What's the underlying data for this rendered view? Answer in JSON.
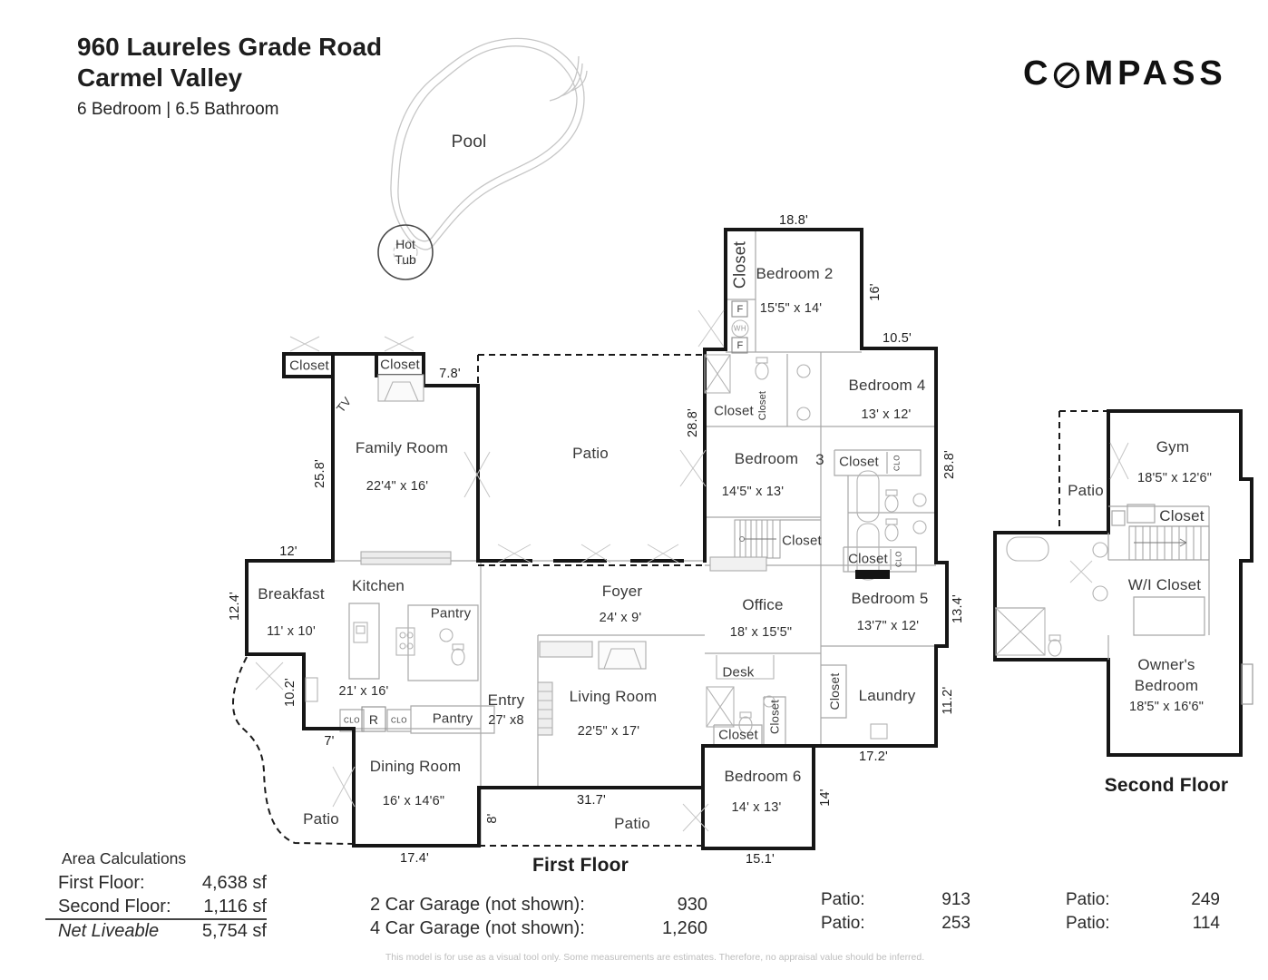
{
  "header": {
    "address_line1": "960 Laureles Grade Road",
    "address_line2": "Carmel Valley",
    "summary": "6 Bedroom  |  6.5 Bathroom",
    "brand_left": "C",
    "brand_right": "MPASS"
  },
  "pool": {
    "label": "Pool",
    "hot_tub_line1": "Hot",
    "hot_tub_line2": "Tub"
  },
  "strings": {
    "closet": "Closet",
    "clo": "CLO",
    "pantry": "Pantry",
    "patio": "Patio",
    "desk": "Desk",
    "tv": "TV",
    "f": "F",
    "wh": "WH",
    "r": "R"
  },
  "first_floor": {
    "title": "First Floor",
    "rooms": {
      "family_room": {
        "name": "Family Room",
        "dims": "22'4\" x 16'"
      },
      "bedroom2": {
        "name": "Bedroom 2",
        "dims": "15'5\" x 14'"
      },
      "bedroom3": {
        "name": "Bedroom",
        "number": "3",
        "dims": "14'5\" x 13'"
      },
      "bedroom4": {
        "name": "Bedroom 4",
        "dims": "13' x 12'"
      },
      "bedroom5": {
        "name": "Bedroom 5",
        "dims": "13'7\" x 12'"
      },
      "bedroom6": {
        "name": "Bedroom 6",
        "dims": "14' x 13'"
      },
      "office": {
        "name": "Office",
        "dims": "18' x 15'5\""
      },
      "foyer": {
        "name": "Foyer",
        "dims": "24' x 9'"
      },
      "living_room": {
        "name": "Living Room",
        "dims": "22'5\" x 17'"
      },
      "entry": {
        "name": "Entry",
        "dims": "27' x8"
      },
      "dining_room": {
        "name": "Dining Room",
        "dims": "16' x 14'6\""
      },
      "kitchen": {
        "name": "Kitchen",
        "dims": "21' x 16'"
      },
      "breakfast": {
        "name": "Breakfast",
        "dims": "11' x 10'"
      },
      "laundry": {
        "name": "Laundry"
      }
    },
    "dimensions": {
      "bedroom2_top": "18.8'",
      "bedroom2_right": "16'",
      "bedroom4_top": "10.5'",
      "right_upper": "28.8'",
      "patio_right": "28.8'",
      "bedroom5_right": "13.4'",
      "laundry_right": "11.2'",
      "laundry_bottom": "17.2'",
      "bedroom6_right": "14'",
      "bedroom6_bottom": "15.1'",
      "patio_strip_top": "31.7'",
      "patio_strip_left": "8'",
      "dining_bottom": "17.4'",
      "dining_top": "7'",
      "kitchen_left": "10.2'",
      "breakfast_left": "12.4'",
      "breakfast_top": "12'",
      "family_left": "25.8'",
      "family_top": "7.8'"
    }
  },
  "second_floor": {
    "title": "Second Floor",
    "rooms": {
      "gym": {
        "name": "Gym",
        "dims": "18'5\" x 12'6\""
      },
      "wi_closet": {
        "name": "W/I Closet"
      },
      "owners_bedroom": {
        "name_line1": "Owner's",
        "name_line2": "Bedroom",
        "dims": "18'5\" x 16'6\""
      }
    }
  },
  "footer": {
    "area_calculations": {
      "title": "Area Calculations",
      "rows": [
        {
          "label": "First Floor:",
          "value": "4,638 sf"
        },
        {
          "label": "Second Floor:",
          "value": "1,116 sf"
        },
        {
          "label": "Net Liveable",
          "value": "5,754 sf"
        }
      ]
    },
    "garage": [
      {
        "label": "2 Car Garage (not shown):",
        "value": "930"
      },
      {
        "label": "4 Car Garage (not shown):",
        "value": "1,260"
      }
    ],
    "patios": [
      {
        "label": "Patio:",
        "value": "913"
      },
      {
        "label": "Patio:",
        "value": "253"
      },
      {
        "label": "Patio:",
        "value": "249"
      },
      {
        "label": "Patio:",
        "value": "114"
      }
    ],
    "disclaimer": "This model is for use as a visual tool only.  Some measurements are estimates.  Therefore, no appraisal value should be inferred."
  }
}
